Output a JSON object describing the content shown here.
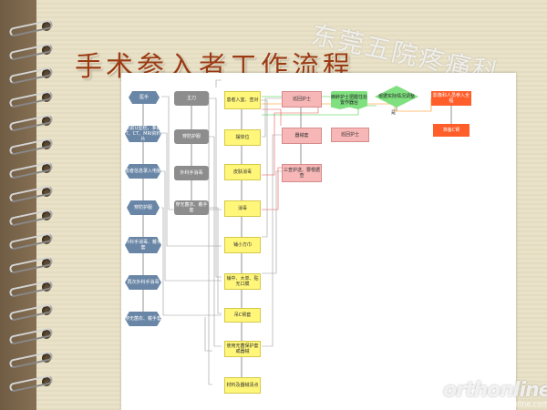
{
  "title": "手术参入者工作流程",
  "watermark": "东莞五院疼痛科",
  "logo": {
    "name": "orthonline",
    "url": "www.orthonline.com.cn"
  },
  "diagram": {
    "surgeon": [
      "医手",
      "术前U型检，准确T、CT、MRI资料片",
      "患者信息录入电脑",
      "穿防护服",
      "外科手消毒、戴手套",
      "再次外科手消毒",
      "穿无菌衣、戴手套"
    ],
    "lead": [
      "主刀",
      "穿防护服",
      "外科手消毒",
      "穿无菌衣、戴手套"
    ],
    "nurse": [
      "患者入室、查对",
      "摆体位",
      "皮肤消毒",
      "消毒",
      "铺小方巾",
      "铺中、大单、贴无口膜",
      "吊C臂套",
      "使用无菌保护套或器械",
      "材料及器械清点"
    ],
    "circ": [
      "巡回护士",
      "器械套",
      "三查护送、要根据查"
    ],
    "circ2": [
      "巡回护士"
    ],
    "green": [
      "麻醉护士把握住处置作器台",
      "根据实际情况调整",
      "是"
    ],
    "orange": [
      "影像科人员参入全程",
      "准备C臂"
    ]
  }
}
